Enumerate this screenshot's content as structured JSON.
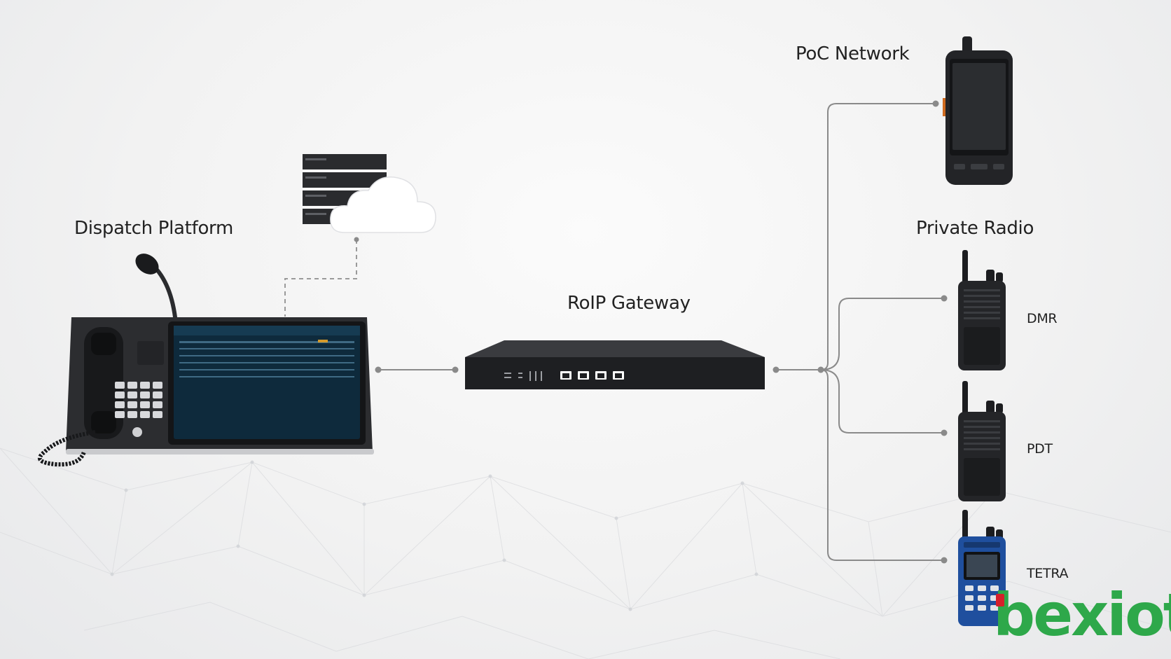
{
  "labels": {
    "dispatch_platform": "Dispatch Platform",
    "roip_gateway": "RoIP Gateway",
    "poc_network": "PoC Network",
    "private_radio": "Private Radio",
    "dmr": "DMR",
    "pdt": "PDT",
    "tetra": "TETRA"
  },
  "brand": {
    "logo_text": "bexiot"
  },
  "colors": {
    "line": "#8a8a8a",
    "device": "#1e1f22",
    "screen": "#0e2a3c",
    "brand_green": "#2ea84a",
    "brand_red": "#d5202b",
    "tetra_blue": "#1f4f9e"
  }
}
